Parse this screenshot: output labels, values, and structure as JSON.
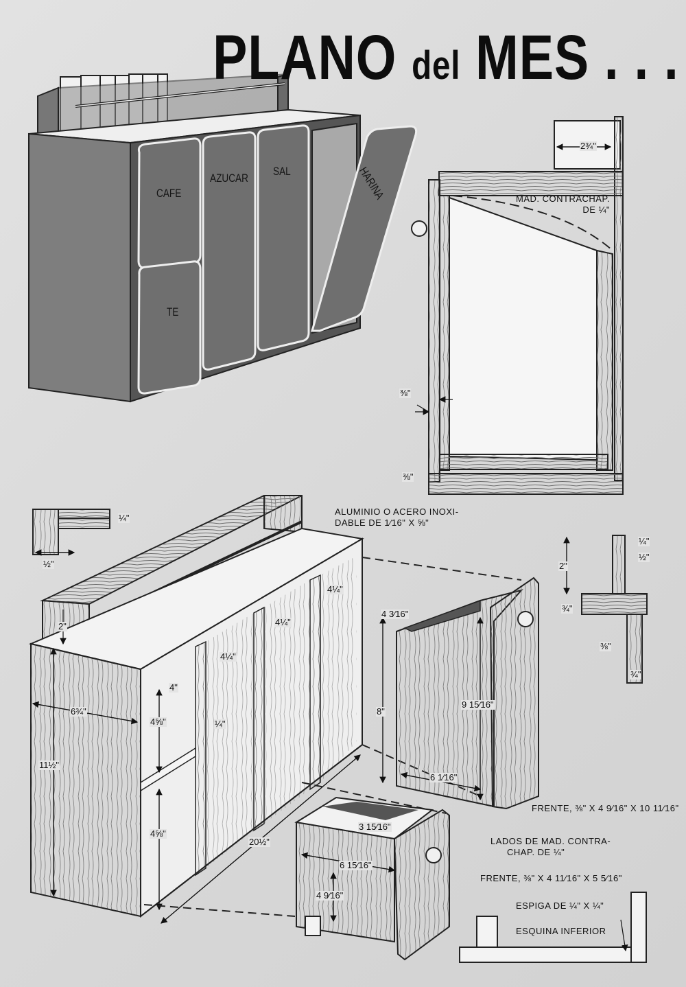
{
  "title": {
    "main1": "PLANO ",
    "small": "del",
    "main2": " MES . . ."
  },
  "canisters": {
    "cafe": "CAFE",
    "azucar": "AZUCAR",
    "sal": "SAL",
    "harina": "HARINA",
    "te": "TE"
  },
  "labels": {
    "plywood_top": [
      "MAD. CONTRACHAP.",
      "DE ¼\""
    ],
    "metal_bar": [
      "ALUMINIO O ACERO INOXI-",
      "DABLE DE 1⁄16\" X ⅝\""
    ],
    "front_bin": "FRENTE, ⅜\" X 4 9⁄16\" X 10 11⁄16\"",
    "sides": [
      "LADOS DE MAD. CONTRA-",
      "CHAP. DE ¼\""
    ],
    "front_drawer": "FRENTE, ⅜\" X 4 11⁄16\" X 5 5⁄16\"",
    "spline": "ESPIGA DE ¼\" X ¼\"",
    "bottom_corner": "ESQUINA INFERIOR"
  },
  "dimensions": {
    "top_width": "2¾\"",
    "side_panel_3_8": "⅜\"",
    "bottom_3_8": "⅜\"",
    "rail_quarter": "¼\"",
    "rail_half": "½\"",
    "rail_height": "2\"",
    "depth": "6¾\"",
    "height": "11½\"",
    "width": "20½\"",
    "compartment_4": "4\"",
    "upper_4_5_8": "4⅝\"",
    "lower_4_5_8": "4⅝\"",
    "shelf_quarter": "¼\"",
    "div_4_1_4_a": "4¼\"",
    "div_4_1_4_b": "4¼\"",
    "div_4_1_4_c": "4¼\"",
    "bin_top": "4 3⁄16\"",
    "bin_height": "8\"",
    "bin_side": "9 15⁄16\"",
    "bin_width": "6 1⁄16\"",
    "drawer_top": "3 15⁄16\"",
    "drawer_width": "6 15⁄16\"",
    "drawer_height": "4 9⁄16\"",
    "detail_quarter": "¼\"",
    "detail_half": "½\"",
    "detail_2": "2\"",
    "detail_3_4": "¾\"",
    "detail_3_8": "⅜\"",
    "detail_3_4_b": "¾\""
  }
}
